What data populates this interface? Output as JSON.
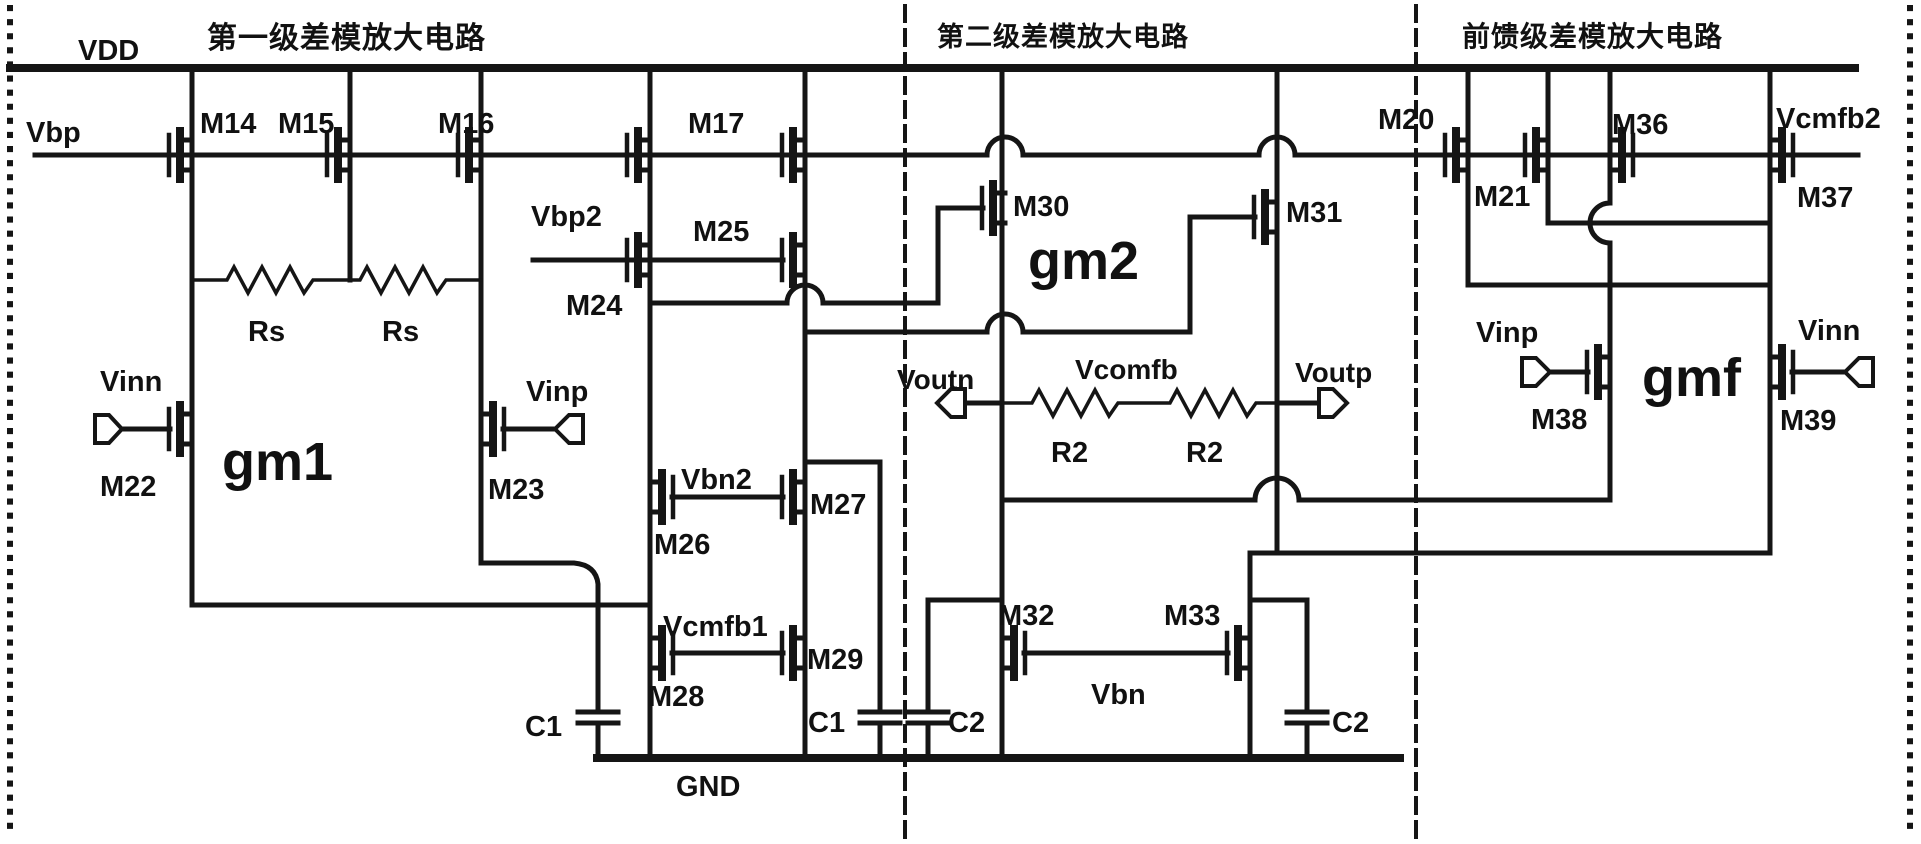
{
  "section_titles": {
    "stage1": "第一级差模放大电路",
    "stage2": "第二级差模放大电路",
    "stage3": "前馈级差模放大电路"
  },
  "rails": {
    "vdd": "VDD",
    "gnd": "GND"
  },
  "bias_nets": {
    "vbp": "Vbp",
    "vbp2": "Vbp2",
    "vbn2": "Vbn2",
    "vcmfb1": "Vcmfb1",
    "vbn": "Vbn",
    "vcmfb2": "Vcmfb2",
    "vcomfb": "Vcomfb"
  },
  "ports": {
    "vinn_gm1": "Vinn",
    "vinp_gm1": "Vinp",
    "voutn": "Voutn",
    "voutp": "Voutp",
    "vinp_gmf": "Vinp",
    "vinn_gmf": "Vinn"
  },
  "stage_names": {
    "gm1": "gm1",
    "gm2": "gm2",
    "gmf": "gmf"
  },
  "transistors": {
    "m14": "M14",
    "m15": "M15",
    "m16": "M16",
    "m17": "M17",
    "m20": "M20",
    "m21": "M21",
    "m22": "M22",
    "m23": "M23",
    "m24": "M24",
    "m25": "M25",
    "m26": "M26",
    "m27": "M27",
    "m28": "M28",
    "m29": "M29",
    "m30": "M30",
    "m31": "M31",
    "m32": "M32",
    "m33": "M33",
    "m36": "M36",
    "m37": "M37",
    "m38": "M38",
    "m39": "M39"
  },
  "passives": {
    "rs_left": "Rs",
    "rs_right": "Rs",
    "r2_left": "R2",
    "r2_right": "R2",
    "c1_left": "C1",
    "c1_right": "C1",
    "c2_left": "C2",
    "c2_right": "C2"
  },
  "colors": {
    "ink": "#151515",
    "paper": "#ffffff"
  }
}
